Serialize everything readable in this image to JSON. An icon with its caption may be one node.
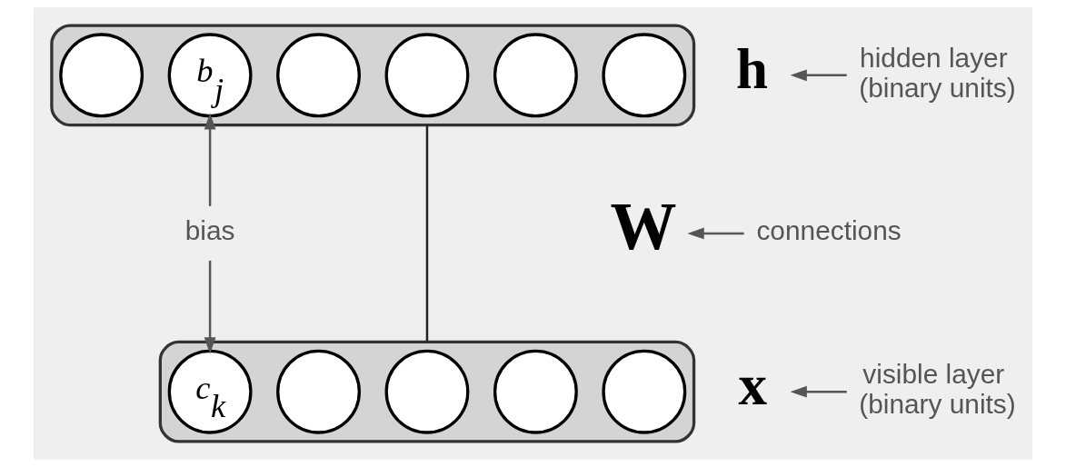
{
  "diagram": {
    "nodes": [
      {
        "text": [],
        "shape": "box"
      },
      {
        "text": [],
        "shape": "circle",
        "in": 0
      },
      {
        "text": [
          "b$_{j}$"
        ],
        "in": 0
      },
      {
        "text": [],
        "shape": "circle",
        "in": 0
      },
      {
        "text": [],
        "shape": "circle",
        "in": 0
      },
      {
        "text": [],
        "shape": "circle",
        "in": 0
      },
      {
        "text": [],
        "shape": "circle",
        "in": 0
      },
      {
        "text": [],
        "shape": "box"
      },
      {
        "text": [],
        "shape": "circle",
        "in": 7
      },
      {
        "text": [
          "c$_{k}$"
        ],
        "in": 7
      },
      {
        "text": [],
        "shape": "circle",
        "in": 7
      },
      {
        "text": [],
        "shape": "circle",
        "in": 7
      },
      {
        "text": [],
        "shape": "circle",
        "in": 7
      },
      {
        "text": [
          "h"
        ]
      },
      {
        "text": [
          "hidden layer (binary units)"
        ]
      },
      {
        "text": [
          "W"
        ]
      },
      {
        "text": [
          "connections"
        ]
      },
      {
        "text": [
          "x"
        ]
      },
      {
        "text": [
          "visible layer (binary units)"
        ]
      },
      {
        "text": [
          "bias"
        ]
      }
    ],
    "edges": [
      {
        "from": 0,
        "to": 7,
        "arrow": "none"
      },
      {
        "from": 19,
        "to": 2,
        "arrow": "to"
      },
      {
        "from": 19,
        "to": 9,
        "arrow": "to"
      },
      {
        "from": 14,
        "to": 13,
        "arrow": "to"
      },
      {
        "from": 16,
        "to": 15,
        "arrow": "to"
      },
      {
        "from": 18,
        "to": 17,
        "arrow": "to"
      }
    ]
  }
}
